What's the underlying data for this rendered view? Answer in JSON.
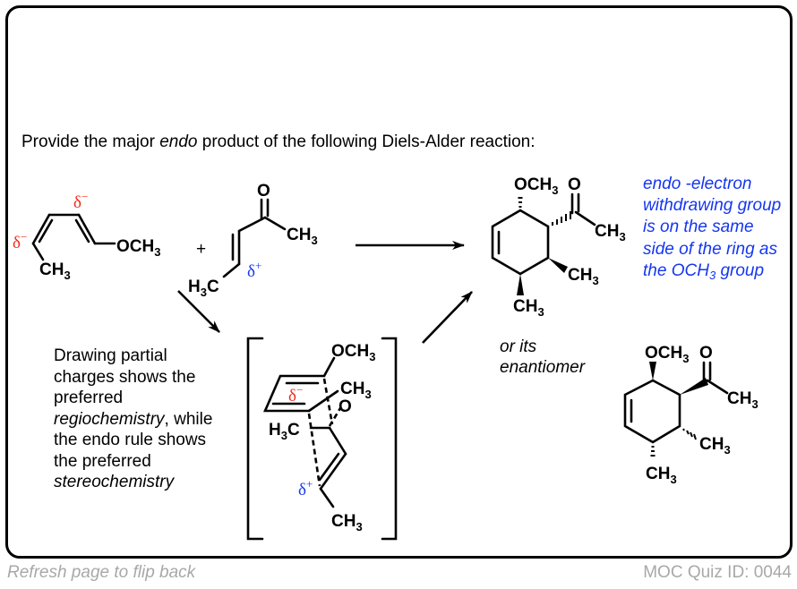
{
  "question": {
    "prefix": "Provide the major ",
    "emphasis": "endo",
    "suffix": " product of the following Diels-Alder reaction:"
  },
  "reactants": {
    "diene": {
      "substituent_label": "OCH",
      "substituent_sub": "3",
      "methyl_label": "CH",
      "methyl_sub": "3",
      "partial_charge_c1": "δ",
      "partial_charge_c1_sign": "−",
      "partial_charge_c4": "δ",
      "partial_charge_c4_sign": "−"
    },
    "plus": "+",
    "dienophile": {
      "carbonyl_o": "O",
      "methyl_right": "CH",
      "methyl_right_sub": "3",
      "methyl_left_pre": "H",
      "methyl_left_sub": "3",
      "methyl_left_post": "C",
      "partial_charge": "δ",
      "partial_charge_sign": "+"
    }
  },
  "product_main": {
    "och3": "OCH",
    "och3_sub": "3",
    "o": "O",
    "acetyl_ch3": "CH",
    "acetyl_ch3_sub": "3",
    "ring_ch3_a": "CH",
    "ring_ch3_a_sub": "3",
    "ring_ch3_b": "CH",
    "ring_ch3_b_sub": "3"
  },
  "product_enantiomer": {
    "och3": "OCH",
    "och3_sub": "3",
    "o": "O",
    "acetyl_ch3": "CH",
    "acetyl_ch3_sub": "3",
    "ring_ch3_a": "CH",
    "ring_ch3_a_sub": "3",
    "ring_ch3_b": "CH",
    "ring_ch3_b_sub": "3"
  },
  "transition_state": {
    "och3": "OCH",
    "och3_sub": "3",
    "ch3_top": "CH",
    "ch3_top_sub": "3",
    "o": "O",
    "h3c_pre": "H",
    "h3c_sub": "3",
    "h3c_post": "C",
    "ch3_bottom": "CH",
    "ch3_bottom_sub": "3",
    "delta_neg": "δ",
    "delta_neg_sign": "−",
    "delta_pos": "δ",
    "delta_pos_sign": "+"
  },
  "notes": {
    "line1": "Drawing partial charges shows the preferred ",
    "italic1": "regiochemistry",
    "line2": ", while the endo rule shows the preferred ",
    "italic2": "stereochemistry"
  },
  "or_its": "or its",
  "enantiomer": "enantiomer",
  "endo_note": {
    "text": "endo -electron withdrawing group is on the same side of the ring as the ",
    "och": "OCH",
    "och_sub": "3",
    "tail": " group"
  },
  "colors": {
    "negative_charge": "#ee2a1a",
    "positive_charge": "#1436f0",
    "note_text": "#1436f0",
    "footer_text": "#a8a8a8"
  },
  "footer": {
    "left": "Refresh page to flip back",
    "right": "MOC Quiz ID: 0044"
  }
}
